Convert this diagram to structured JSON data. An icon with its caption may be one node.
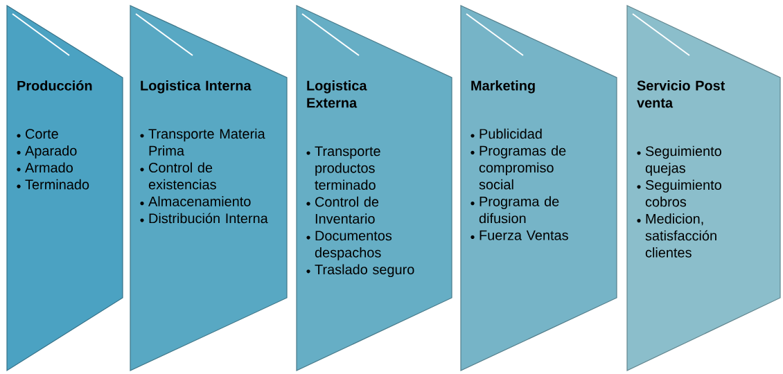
{
  "diagram": {
    "nodes": [
      {
        "text": [
          "Producción",
          "Corte",
          "Aparado",
          "Armado",
          "Terminado"
        ]
      },
      {
        "text": [
          "Logistica Interna",
          "Transporte Materia Prima",
          "Control de existencias",
          "Almacenamiento",
          "Distribución Interna"
        ]
      },
      {
        "text": [
          "Logistica Externa",
          "Transporte productos terminado",
          "Control de Inventario",
          "Documentos despachos",
          "Traslado seguro"
        ]
      },
      {
        "text": [
          "Marketing",
          "Publicidad",
          "Programas de compromiso social",
          "Programa de difusion",
          "Fuerza Ventas"
        ]
      },
      {
        "text": [
          "Servicio Post venta",
          "Seguimiento quejas",
          "Seguimiento cobros",
          "Medicion, satisfacción clientes"
        ]
      }
    ]
  }
}
